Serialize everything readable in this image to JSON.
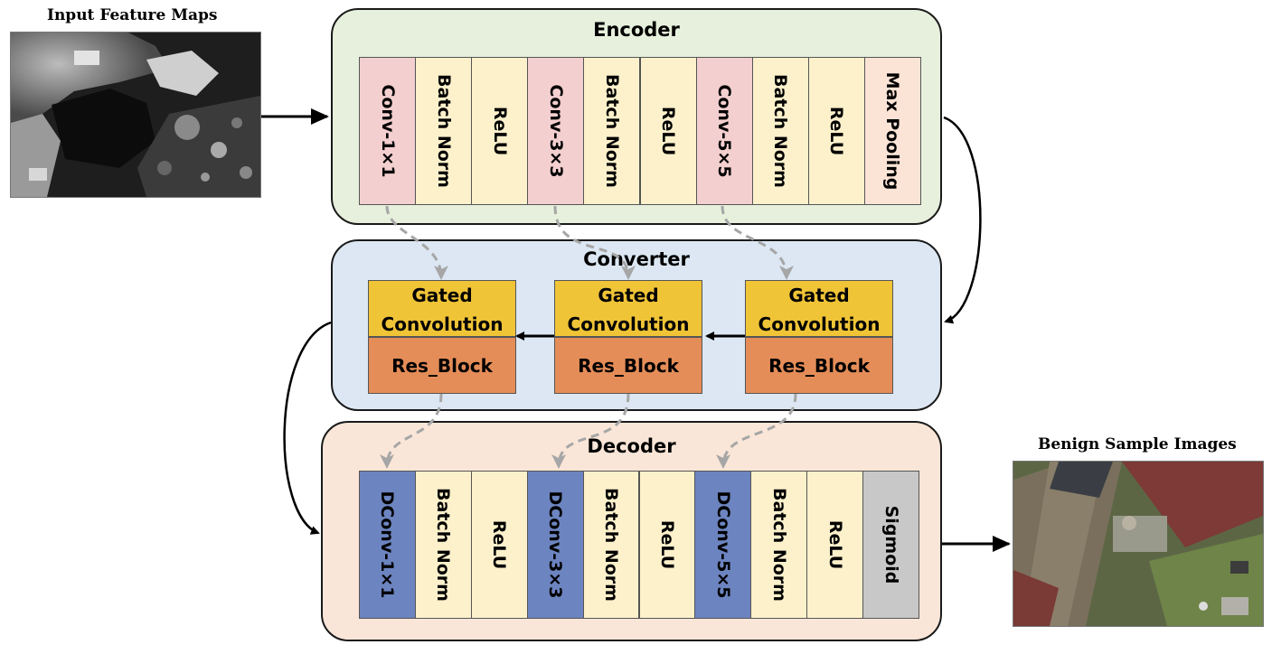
{
  "input_title": "Input Feature Maps",
  "output_title": "Benign Sample Images",
  "encoder": {
    "title": "Encoder",
    "layers": [
      {
        "label": "Conv-1×1",
        "kind": "conv"
      },
      {
        "label": "Batch Norm",
        "kind": "norm"
      },
      {
        "label": "ReLU",
        "kind": "relu"
      },
      {
        "label": "Conv-3×3",
        "kind": "conv"
      },
      {
        "label": "Batch Norm",
        "kind": "norm"
      },
      {
        "label": "ReLU",
        "kind": "relu"
      },
      {
        "label": "Conv-5×5",
        "kind": "conv"
      },
      {
        "label": "Batch Norm",
        "kind": "norm"
      },
      {
        "label": "ReLU",
        "kind": "relu"
      },
      {
        "label": "Max Pooling",
        "kind": "pool"
      }
    ]
  },
  "converter": {
    "title": "Converter",
    "blocks": [
      {
        "gate": [
          "Gated",
          "Convolution"
        ],
        "res": "Res_Block"
      },
      {
        "gate": [
          "Gated",
          "Convolution"
        ],
        "res": "Res_Block"
      },
      {
        "gate": [
          "Gated",
          "Convolution"
        ],
        "res": "Res_Block"
      }
    ]
  },
  "decoder": {
    "title": "Decoder",
    "layers": [
      {
        "label": "DConv-1×1",
        "kind": "dconv"
      },
      {
        "label": "Batch Norm",
        "kind": "norm"
      },
      {
        "label": "ReLU",
        "kind": "relu"
      },
      {
        "label": "DConv-3×3",
        "kind": "dconv"
      },
      {
        "label": "Batch Norm",
        "kind": "norm"
      },
      {
        "label": "ReLU",
        "kind": "relu"
      },
      {
        "label": "DConv-5×5",
        "kind": "dconv"
      },
      {
        "label": "Batch Norm",
        "kind": "norm"
      },
      {
        "label": "ReLU",
        "kind": "relu"
      },
      {
        "label": "Sigmoid",
        "kind": "sigmoid"
      }
    ]
  },
  "colors": {
    "encoder_bg": "#e6f0dc",
    "converter_bg": "#dce7f3",
    "decoder_bg": "#fae6d8",
    "conv": "#f3cfcf",
    "norm": "#fdf1cb",
    "relu": "#fdf1cb",
    "pool": "#fbe4d6",
    "dconv": "#6c84c0",
    "sigmoid": "#c8c8c8",
    "gate": "#f0c437",
    "res": "#e58d58",
    "skip_arrow": "#a6a6a6"
  }
}
